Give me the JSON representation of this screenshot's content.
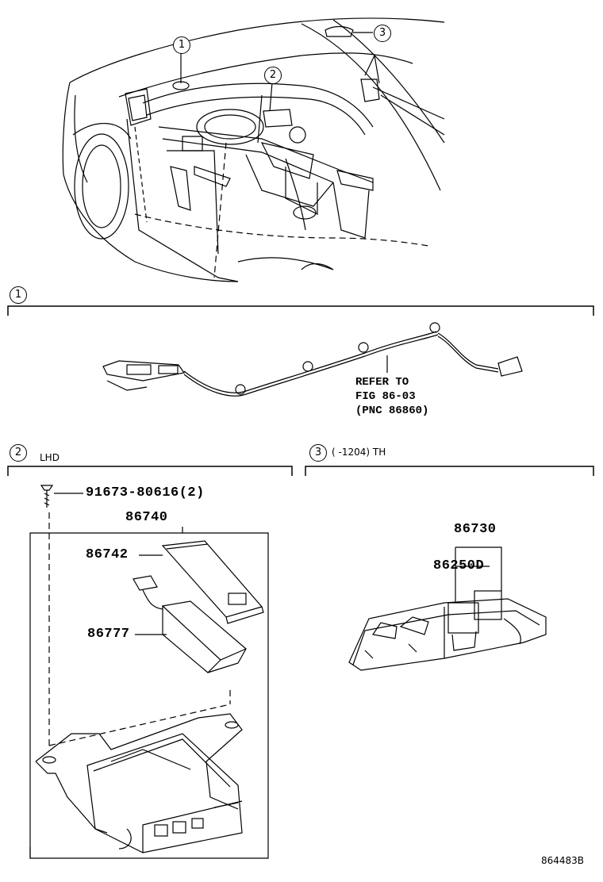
{
  "callouts": {
    "c1": "1",
    "c2": "2",
    "c3": "3"
  },
  "sections": {
    "s1": {
      "number": "1",
      "note_line1": "REFER TO",
      "note_line2": "FIG 86-03",
      "note_line3": "(PNC 86860)"
    },
    "s2": {
      "number": "2",
      "label": "LHD"
    },
    "s3": {
      "number": "3",
      "label": "(      -1204) TH"
    }
  },
  "parts": {
    "bolt": "91673-80616(2)",
    "assy": "86740",
    "cover": "86742",
    "plug": "86777",
    "top": "86730",
    "sub": "86250D"
  },
  "footer": {
    "illustration_id": "864483B"
  }
}
